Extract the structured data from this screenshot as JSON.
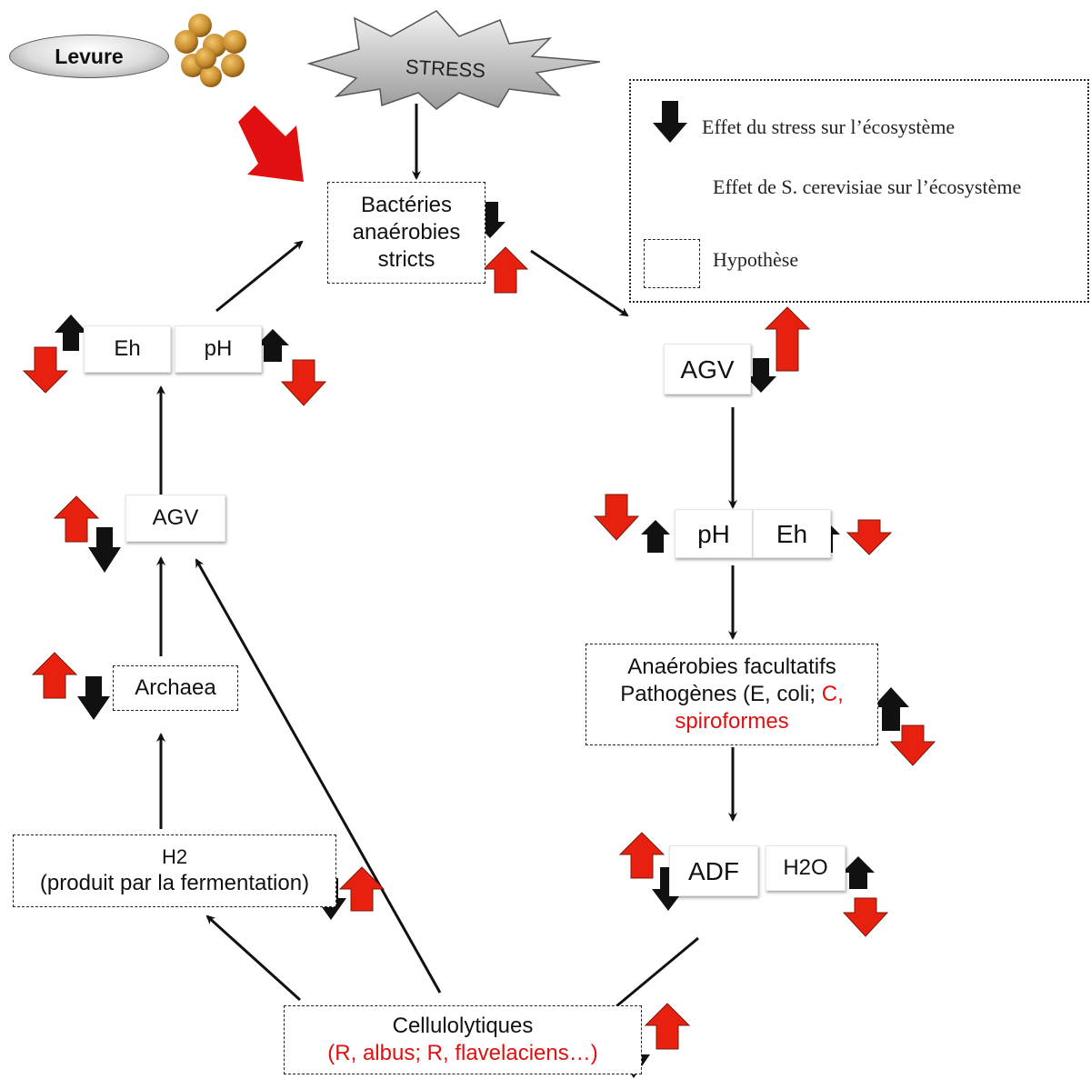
{
  "yeast": {
    "label": "Levure"
  },
  "stress": {
    "label": "STRESS"
  },
  "legend": {
    "stress_effect": "Effet du stress sur l’écosystème",
    "yeast_effect": "Effet de S. cerevisiae sur l’écosystème",
    "hypothesis": "Hypothèse"
  },
  "nodes": {
    "bacteries": [
      "Bactéries",
      "anaérobies",
      "stricts"
    ],
    "agv_right": "AGV",
    "ph_right": "pH",
    "eh_right": "Eh",
    "anaerobies_line1": "Anaérobies facultatifs",
    "anaerobies_line2": "Pathogènes (E, coli;",
    "anaerobies_red_a": "C,",
    "anaerobies_red_b": "spiroformes",
    "adf": "ADF",
    "h2o": "H2O",
    "cellulolytiques": "Cellulolytiques",
    "cellulolytiques_red": "(R, albus; R, flavelaciens…)",
    "h2_title": "H2",
    "h2_sub": "(produit par la fermentation)",
    "archaea": "Archaea",
    "agv_left": "AGV",
    "eh_left": "Eh",
    "ph_left": "pH"
  },
  "colors": {
    "stress_arrow": "#111111",
    "yeast_arrow": "#e82010"
  }
}
